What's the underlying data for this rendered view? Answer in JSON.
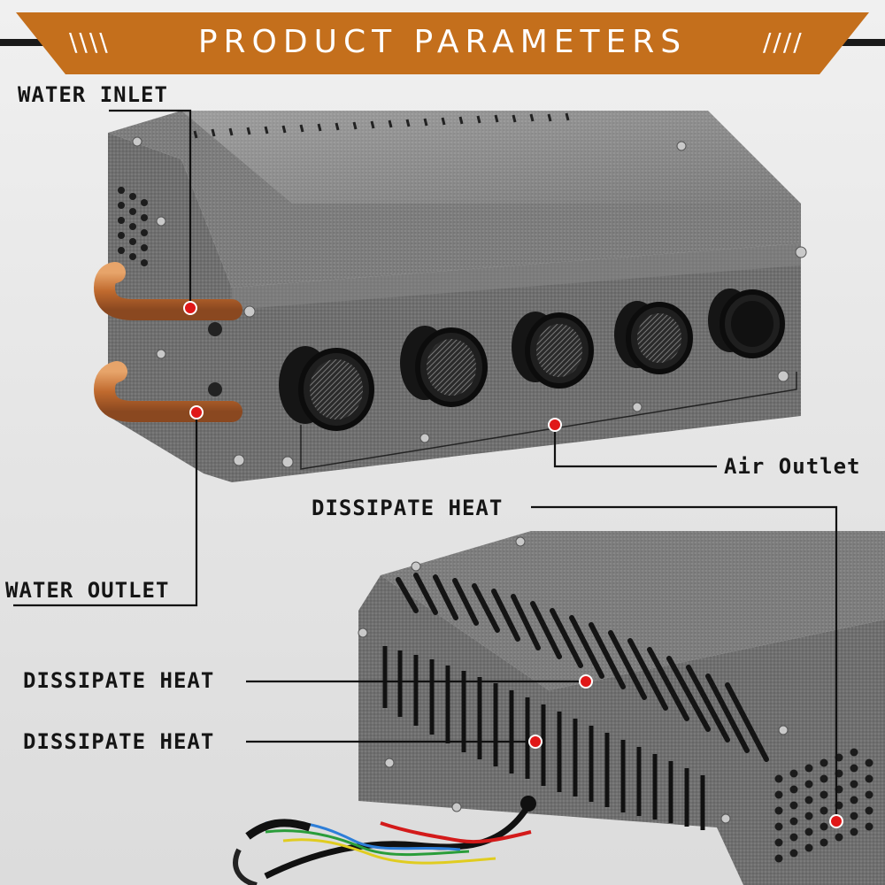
{
  "banner": {
    "title": "PRODUCT PARAMETERS",
    "left_deco": "\\\\\\\\",
    "right_deco": "////",
    "color": "#c46f1c"
  },
  "labels": {
    "water_inlet": "WATER INLET",
    "water_outlet": "WATER OUTLET",
    "air_outlet": "Air Outlet",
    "dissipate_heat_top": "DISSIPATE HEAT",
    "dissipate_heat_middle": "DISSIPATE HEAT",
    "dissipate_heat_bottom": "DISSIPATE HEAT"
  },
  "colors": {
    "marker": "#e01818",
    "leader_line": "#111111",
    "housing": "#6e6e6e",
    "copper": "#c9783d"
  }
}
